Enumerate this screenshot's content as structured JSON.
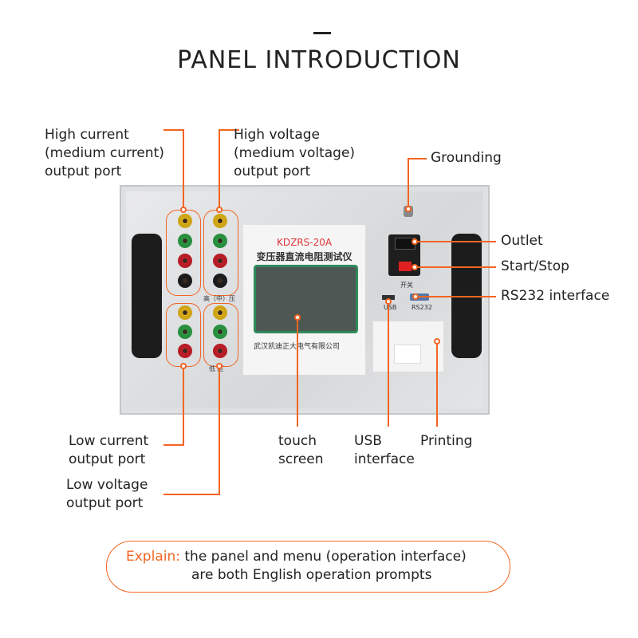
{
  "title": "PANEL INTRODUCTION",
  "callouts": {
    "high_current": "High current\n(medium current)\noutput port",
    "high_voltage": "High voltage\n(medium voltage)\noutput port",
    "grounding": "Grounding",
    "outlet": "Outlet",
    "start_stop": "Start/Stop",
    "rs232": "RS232 interface",
    "low_current": "Low current\noutput port",
    "low_voltage": "Low voltage\noutput port",
    "touch_screen": "touch\nscreen",
    "usb": "USB\ninterface",
    "printing": "Printing"
  },
  "device": {
    "model": "KDZRS-20A",
    "name_cn": "变压器直流电阻测试仪",
    "company_cn": "武汉凯迪正大电气有限公司",
    "high_group_label": "高（中）压",
    "low_group_label": "低 压",
    "switch_label": "开关",
    "usb_label": "USB",
    "rs232_label": "RS232",
    "terminal_colors": [
      "#f2c21b",
      "#2fa84a",
      "#d8232e",
      "#222222"
    ]
  },
  "explain": {
    "prefix": "Explain:",
    "line1": " the panel and menu (operation interface)",
    "line2": "are both English operation prompts"
  },
  "accent_color": "#f26522"
}
